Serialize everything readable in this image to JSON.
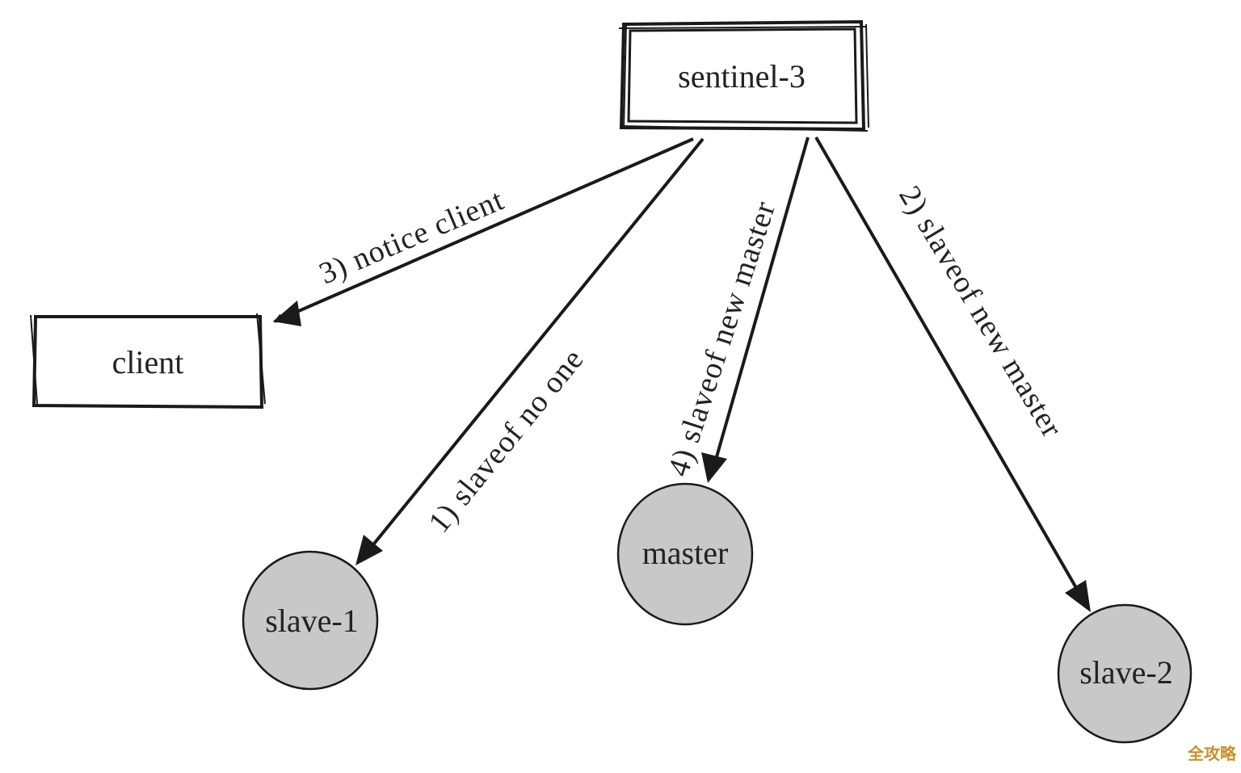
{
  "nodes": {
    "sentinel": {
      "label": "sentinel-3"
    },
    "client": {
      "label": "client"
    },
    "slave1": {
      "label": "slave-1"
    },
    "master": {
      "label": "master"
    },
    "slave2": {
      "label": "slave-2"
    }
  },
  "edges": {
    "notice_client": {
      "label": "3)  notice client"
    },
    "slaveof_no_one": {
      "label": "1)  slaveof no one"
    },
    "slaveof_new_master_4": {
      "label": "4)  slaveof new master"
    },
    "slaveof_new_master_2": {
      "label": "2)  slaveof new master"
    }
  },
  "watermark": {
    "text": "全攻略"
  },
  "colors": {
    "ink": "#1a1a1a",
    "node_fill": "#c8c8c8",
    "watermark": "#c8902a"
  }
}
